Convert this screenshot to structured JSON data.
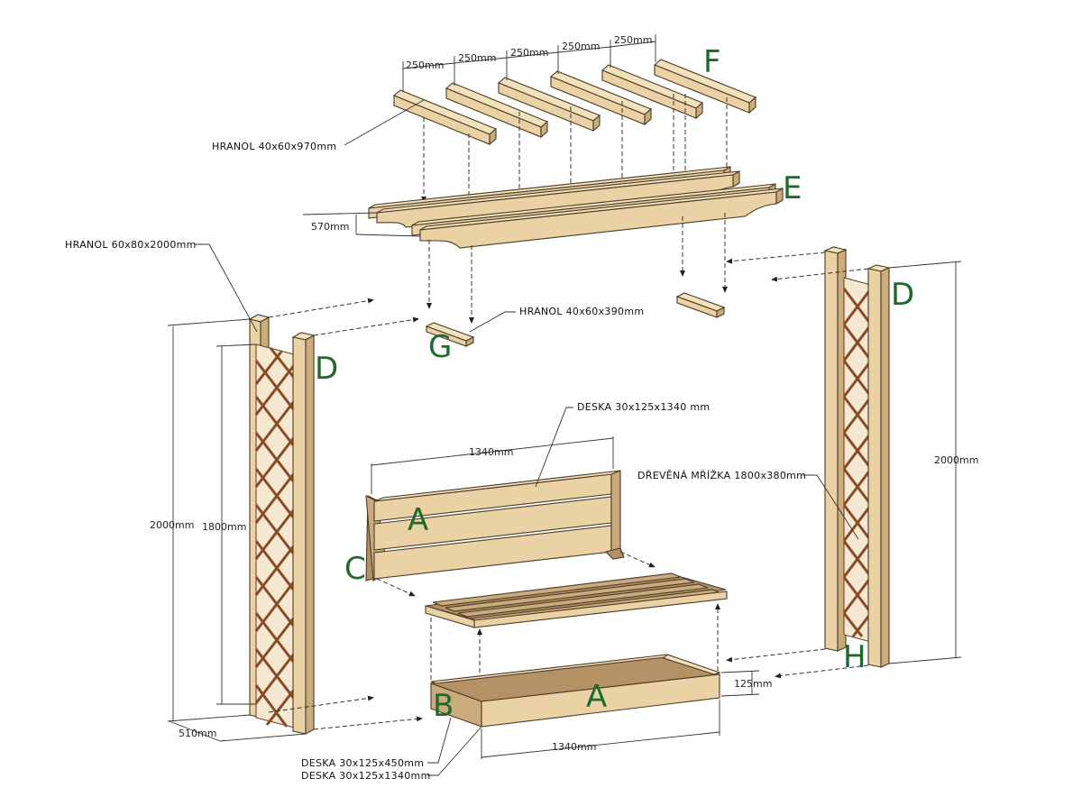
{
  "diagram": {
    "letters": {
      "a_backrest": "A",
      "a_box": "A",
      "b": "B",
      "c": "C",
      "d_left": "D",
      "d_right": "D",
      "e": "E",
      "f": "F",
      "g": "G",
      "h": "H"
    },
    "spacing": [
      "250mm",
      "250mm",
      "250mm",
      "250mm",
      "250mm"
    ],
    "labels": {
      "hranol_970": "HRANOL  40x60x970mm",
      "hranol_2000": "HRANOL 60x80x2000mm",
      "hranol_390": "HRANOL  40x60x390mm",
      "deska_1340_top": "DESKA 30x125x1340 mm",
      "mrizka": "DŘEVĚNÁ MŘÍŽKA  1800x380mm",
      "deska_450": "DESKA 30x125x450mm",
      "deska_1340_bottom": "DESKA 30x125x1340mm"
    },
    "dims": {
      "beam_gap": "570mm",
      "left_height": "2000mm",
      "lattice_height": "1800mm",
      "right_height": "2000mm",
      "depth": "510mm",
      "backrest_width": "1340mm",
      "box_width": "1340mm",
      "box_height": "125mm"
    }
  }
}
